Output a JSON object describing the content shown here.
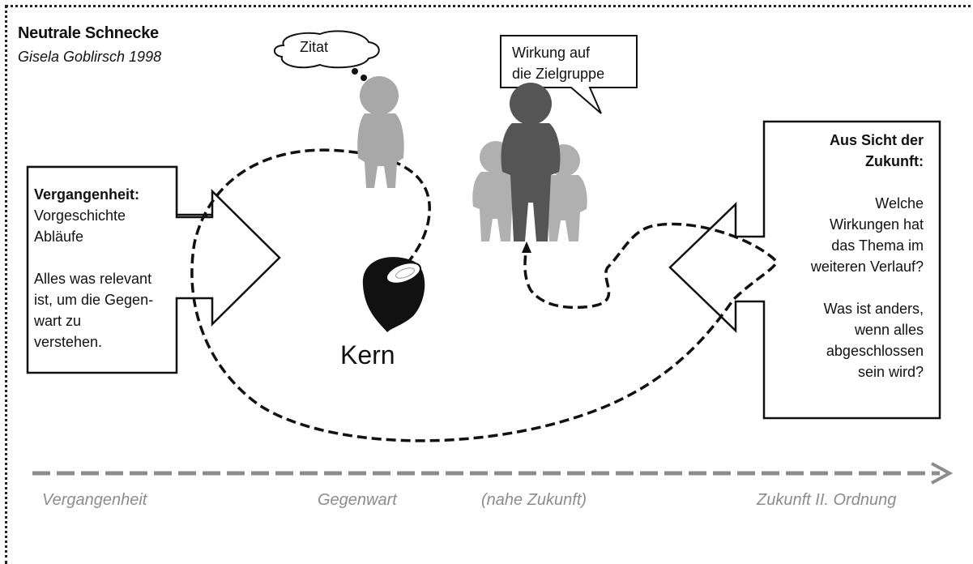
{
  "header": {
    "title": "Neutrale Schnecke",
    "subtitle": "Gisela Goblirsch 1998"
  },
  "past_box": {
    "heading": "Vergangenheit:",
    "lines": [
      "Vorgeschichte",
      "Abläufe",
      "",
      "Alles was relevant",
      "ist, um die Gegen-",
      "wart zu",
      "verstehen."
    ]
  },
  "future_box": {
    "heading_lines": [
      "Aus Sicht der",
      "Zukunft:"
    ],
    "lines": [
      "Welche",
      "Wirkungen hat",
      "das Thema im",
      "weiteren Verlauf?",
      "",
      "Was ist anders,",
      "wenn alles",
      "abgeschlossen",
      "sein wird?"
    ]
  },
  "quote_bubble": {
    "label": "Zitat"
  },
  "effect_bubble": {
    "lines": [
      "Wirkung auf",
      "die Zielgruppe"
    ]
  },
  "core": {
    "label": "Kern"
  },
  "timeline": {
    "labels": [
      "Vergangenheit",
      "Gegenwart",
      "(nahe Zukunft)",
      "Zukunft II. Ordnung"
    ]
  },
  "colors": {
    "axis": "#8c8c8c",
    "figure_light": "#a8a8a8",
    "figure_dark": "#555555"
  }
}
